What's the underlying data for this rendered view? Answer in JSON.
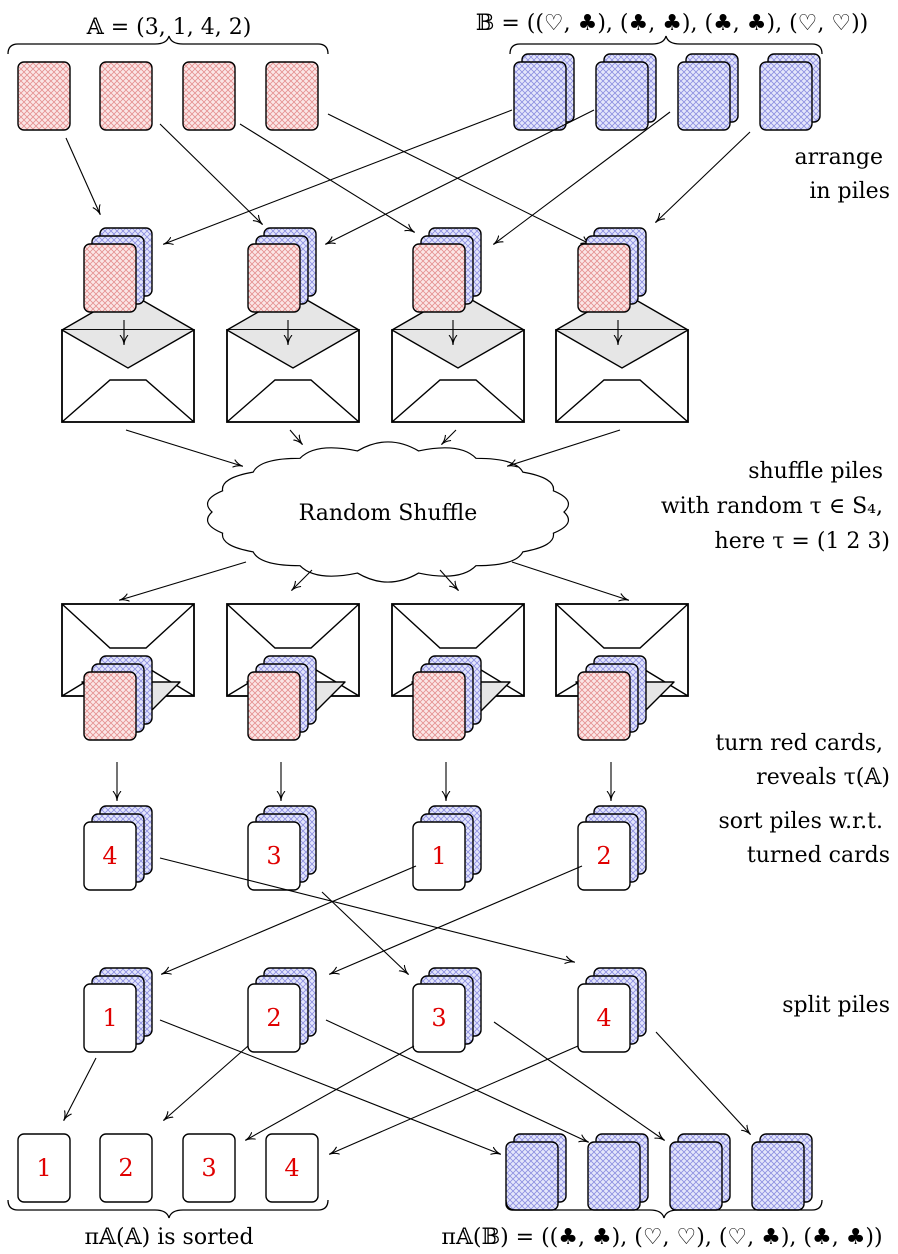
{
  "top": {
    "a_label": "𝔸 = (3, 1, 4, 2)",
    "b_label": "𝔹 = ((♡, ♣), (♣, ♣), (♣, ♣), (♡, ♡))"
  },
  "steps": {
    "arrange": [
      "arrange",
      "in piles"
    ],
    "shuffle": [
      "shuffle piles",
      "with random τ ∈ S₄,",
      "here τ = (1 2 3)"
    ],
    "turn": [
      "turn red cards,",
      "reveals τ(𝔸)"
    ],
    "sort": [
      "sort piles w.r.t.",
      "turned cards"
    ],
    "split": [
      "split piles"
    ]
  },
  "cloud_label": "Random Shuffle",
  "turned_values": [
    "4",
    "3",
    "1",
    "2"
  ],
  "sorted_values": [
    "1",
    "2",
    "3",
    "4"
  ],
  "bottom": {
    "a_label": "π𝔸(𝔸) is sorted",
    "b_label": "π𝔸(𝔹) = ((♣, ♣), (♡, ♡), (♡, ♣), (♣, ♣))"
  },
  "colors": {
    "red_card": "#f6d6d6",
    "red_hatch": "#e88a8a",
    "blue_card": "#d6d8f6",
    "blue_hatch": "#8a8ae0",
    "envelope_flap": "#e6e6e6",
    "number": "#e00000"
  }
}
